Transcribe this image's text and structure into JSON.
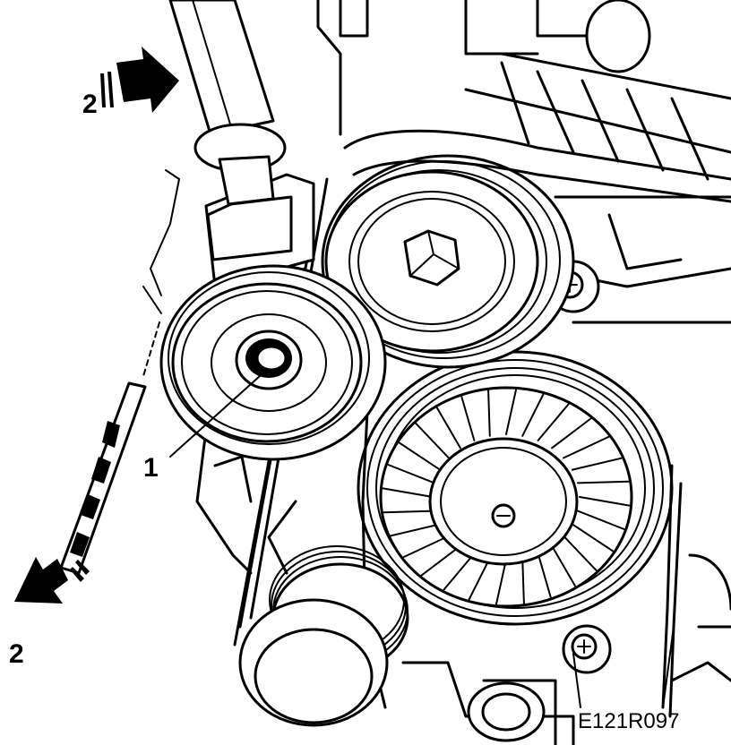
{
  "figure": {
    "callouts": [
      {
        "id": "tensioner",
        "text": "1"
      },
      {
        "id": "direction-top",
        "text": "2"
      },
      {
        "id": "direction-bottom",
        "text": "2"
      }
    ],
    "drawing_code": "E121R097",
    "icons": [
      "arrow-icon",
      "drill-bit-icon",
      "wrench-handle-icon"
    ]
  }
}
